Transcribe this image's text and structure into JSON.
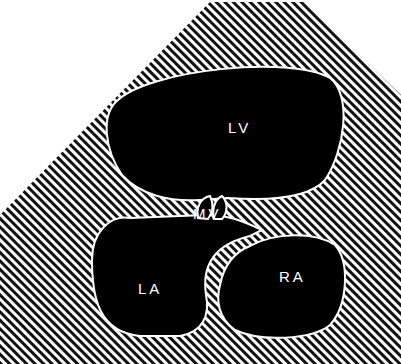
{
  "diagram": {
    "labels": [
      "LV",
      "MV",
      "LA",
      "RA"
    ]
  }
}
